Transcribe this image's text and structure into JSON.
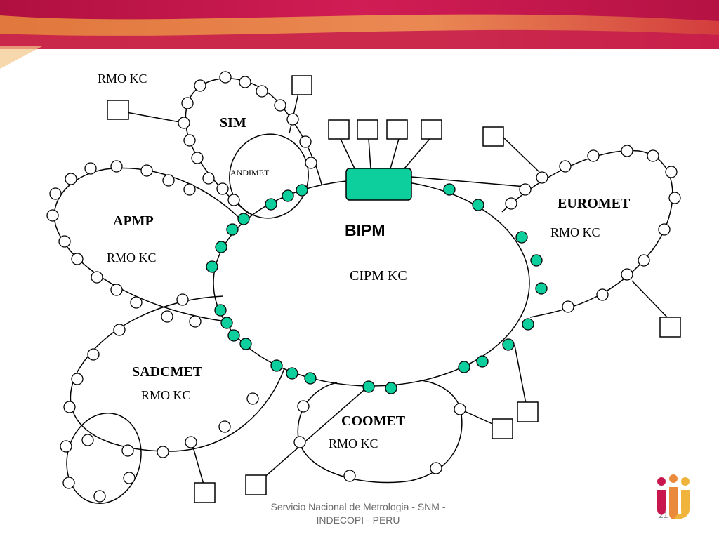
{
  "colors": {
    "banner_magenta": "#c8174f",
    "banner_orange": "#e98a3c",
    "node_fill": "#0ccf9d",
    "line": "#000000"
  },
  "labels": {
    "sim": "SIM",
    "andimet": "ANDIMET",
    "apmp": "APMP",
    "euromet": "EUROMET",
    "bipm": "BIPM",
    "cipm_kc": "CIPM KC",
    "sadcmet": "SADCMET",
    "coomet": "COOMET",
    "rmo_kc_sim": "RMO KC",
    "rmo_kc_apmp": "RMO KC",
    "rmo_kc_euromet": "RMO KC",
    "rmo_kc_sadcmet": "RMO KC",
    "rmo_kc_coomet": "RMO KC"
  },
  "footer": {
    "line1": "Servicio Nacional de Metrologia - SNM -",
    "line2": "INDECOPI - PERU"
  },
  "page_number": "21",
  "logo_icon": "institution-logo-icon"
}
